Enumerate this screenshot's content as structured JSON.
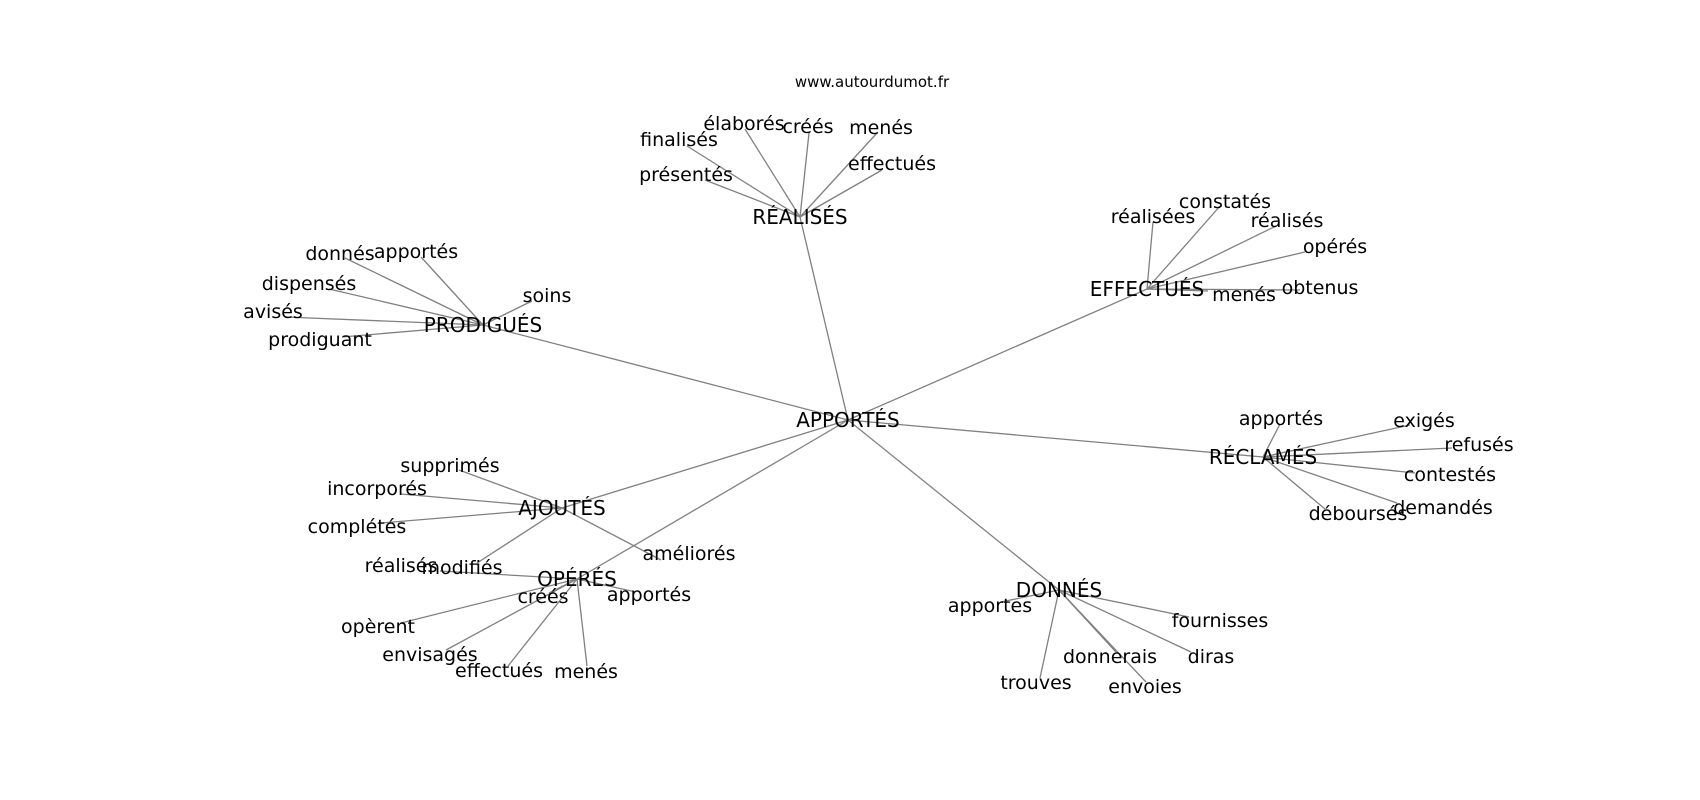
{
  "site": "www.autourdumot.fr",
  "center": "APPORTÉS",
  "clusters": [
    {
      "hub": "RÉALISÉS",
      "words": [
        "élaborés",
        "créés",
        "menés",
        "finalisés",
        "présentés",
        "effectués"
      ]
    },
    {
      "hub": "EFFECTUÉS",
      "words": [
        "constatés",
        "réalisées",
        "réalisés",
        "opérés",
        "menés",
        "obtenus"
      ]
    },
    {
      "hub": "PRODIGUÉS",
      "words": [
        "donnés",
        "apportés",
        "soins",
        "dispensés",
        "avisés",
        "prodiguant"
      ]
    },
    {
      "hub": "RÉCLAMÉS",
      "words": [
        "apportés",
        "exigés",
        "refusés",
        "contestés",
        "demandés",
        "déboursés"
      ]
    },
    {
      "hub": "AJOUTÉS",
      "words": [
        "supprimés",
        "incorporés",
        "complétés",
        "modifiés",
        "améliorés"
      ]
    },
    {
      "hub": "OPÉRÉS",
      "words": [
        "réalisés",
        "créés",
        "apportés",
        "opèrent",
        "envisagés",
        "effectués",
        "menés"
      ]
    },
    {
      "hub": "DONNÉS",
      "words": [
        "apportes",
        "fournisses",
        "donnerais",
        "diras",
        "trouves",
        "envoies"
      ]
    }
  ]
}
